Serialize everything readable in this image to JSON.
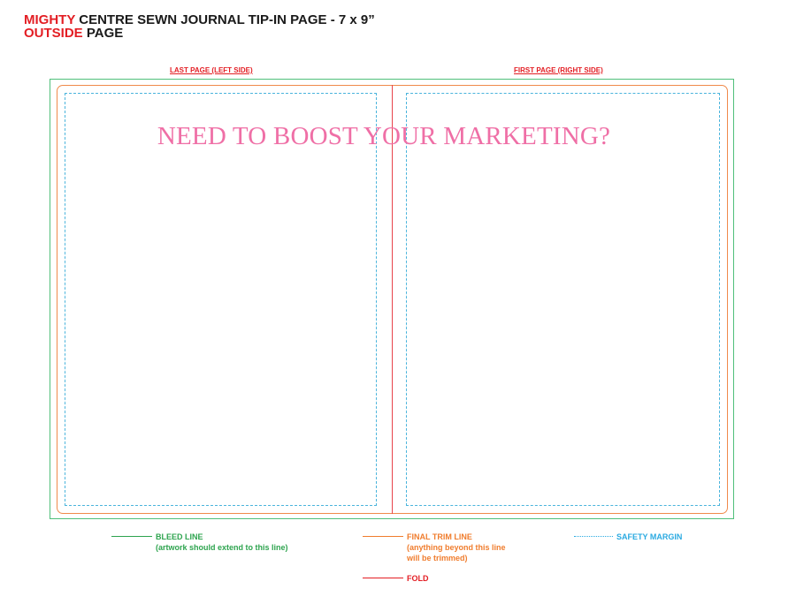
{
  "header": {
    "brand_top": "MIGHTY",
    "title_top": " CENTRE SEWN JOURNAL TIP-IN PAGE - 7 x 9”",
    "brand_bottom": "OUTSIDE",
    "title_bottom": " PAGE"
  },
  "pages": {
    "left_label": "LAST PAGE (LEFT SIDE)",
    "right_label": "FIRST PAGE (RIGHT SIDE)"
  },
  "headline": "NEED TO BOOST YOUR MARKETING?",
  "legend": {
    "bleed_title": "BLEED LINE",
    "bleed_note": "(artwork should extend to this line)",
    "trim_title": "FINAL TRIM LINE",
    "trim_note_1": "(anything beyond this line",
    "trim_note_2": "will be trimmed)",
    "safety_title": "SAFETY MARGIN",
    "fold_title": "FOLD"
  },
  "colors": {
    "brand_red": "#e31e24",
    "bleed_green": "#2ea44f",
    "trim_orange": "#f07d2e",
    "safety_blue": "#2aaae1",
    "headline_pink": "#ef6fa6"
  }
}
